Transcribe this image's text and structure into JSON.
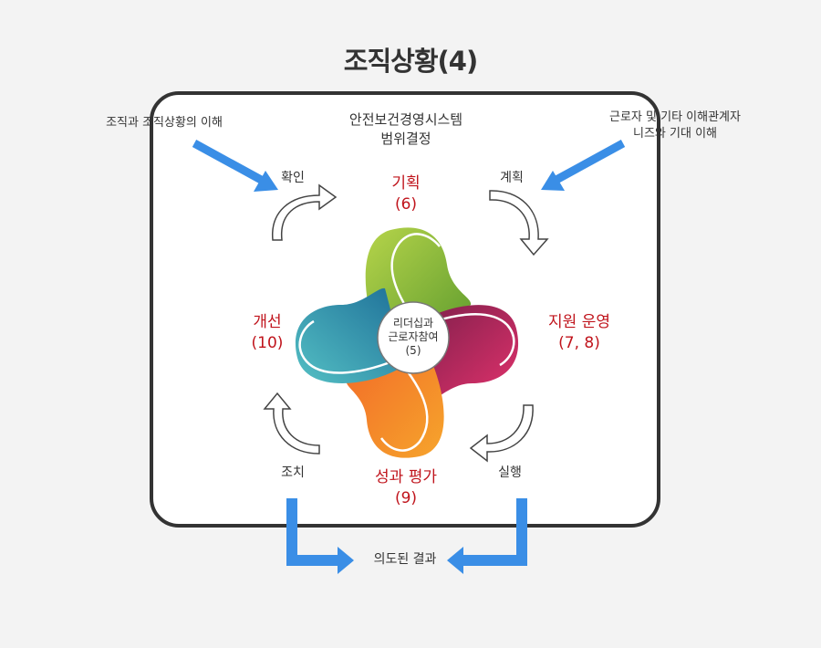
{
  "title": "조직상황(4)",
  "scope": {
    "line1": "안전보건경영시스템",
    "line2": "범위결정"
  },
  "inputs": {
    "left": "조직과 조직상황의 이해",
    "right_line1": "근로자 및 기타 이해관계자",
    "right_line2": "니즈와 기대 이해"
  },
  "cycle": {
    "check": "확인",
    "plan": "계획",
    "do": "실행",
    "act": "조치"
  },
  "elements": {
    "planning": {
      "name": "기획",
      "clause": "(6)"
    },
    "support": {
      "name": "지원 운영",
      "clause": "(7, 8)"
    },
    "performance": {
      "name": "성과 평가",
      "clause": "(9)"
    },
    "improvement": {
      "name": "개선",
      "clause": "(10)"
    }
  },
  "center": {
    "line1": "리더십과",
    "line2": "근로자참여",
    "line3": "(5)"
  },
  "output": "의도된 결과",
  "colors": {
    "blue_arrow": "#3a8ee6",
    "red_text": "#c0141c",
    "frame": "#333333",
    "green": "#8cbf3a",
    "magenta": "#c02468",
    "orange": "#f07a2a",
    "teal": "#2a8aa8"
  }
}
